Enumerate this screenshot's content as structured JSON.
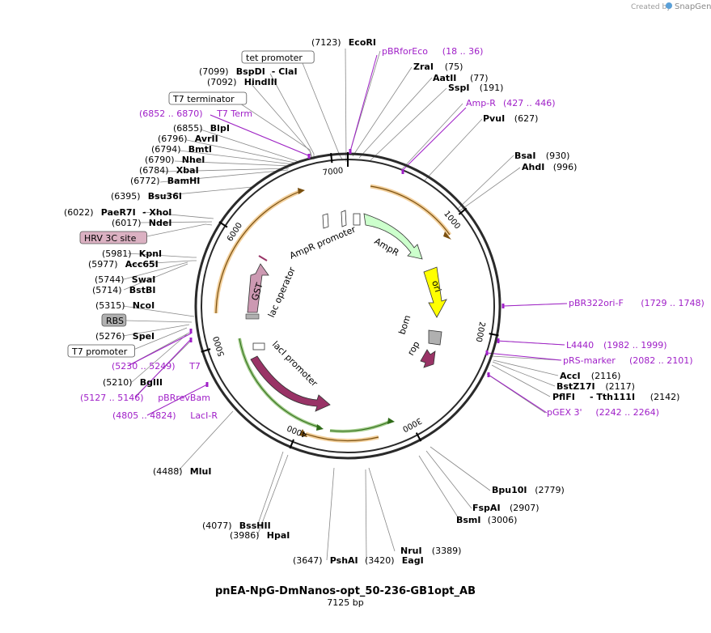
{
  "credit": {
    "prefix": "Created by",
    "brand": "SnapGene"
  },
  "plasmid": {
    "name": "pnEA-NpG-DmNanos-opt_50-236-GB1opt_AB",
    "length_label": "7125 bp",
    "length": 7125
  },
  "colors": {
    "primer": "#a020c8",
    "amp": "#ccffcc",
    "ori": "#ffff00",
    "lacI": "#993366",
    "gst": "#cc99b2",
    "orange": "#e8a848",
    "green": "#62a83a",
    "bom": "#b0b0b0",
    "rbs": "#b0b0b0",
    "hrv": "#dbb1c2"
  },
  "ticks": [
    "1000",
    "2000",
    "3000",
    "4000",
    "5000",
    "6000",
    "7000"
  ],
  "labels": [
    {
      "pos": "(7123)",
      "name": "EcoRI"
    },
    {
      "pos": "",
      "name": "tet promoter",
      "box": true
    },
    {
      "pos": "(7099)",
      "name": "BspDI",
      "extra": "- ClaI"
    },
    {
      "pos": "(7092)",
      "name": "HindIII"
    },
    {
      "pos": "",
      "name": "T7 terminator",
      "box": true
    },
    {
      "pos": "(6852 .. 6870)",
      "name": "T7 Term",
      "primer": true
    },
    {
      "pos": "(6855)",
      "name": "BlpI"
    },
    {
      "pos": "(6796)",
      "name": "AvrII"
    },
    {
      "pos": "(6794)",
      "name": "BmtI"
    },
    {
      "pos": "(6790)",
      "name": "NheI"
    },
    {
      "pos": "(6784)",
      "name": "XbaI"
    },
    {
      "pos": "(6772)",
      "name": "BamHI"
    },
    {
      "pos": "(6395)",
      "name": "Bsu36I"
    },
    {
      "pos": "(6022)",
      "name": "PaeR7I",
      "extra": "- XhoI"
    },
    {
      "pos": "(6017)",
      "name": "NdeI"
    },
    {
      "pos": "",
      "name": "HRV 3C site",
      "box": true
    },
    {
      "pos": "(5981)",
      "name": "KpnI"
    },
    {
      "pos": "(5977)",
      "name": "Acc65I"
    },
    {
      "pos": "(5744)",
      "name": "SwaI"
    },
    {
      "pos": "(5714)",
      "name": "BstBI"
    },
    {
      "pos": "(5315)",
      "name": "NcoI"
    },
    {
      "pos": "",
      "name": "RBS",
      "box": true
    },
    {
      "pos": "(5276)",
      "name": "SpeI"
    },
    {
      "pos": "",
      "name": "T7 promoter",
      "box": true
    },
    {
      "pos": "(5230 .. 5249)",
      "name": "T7",
      "primer": true
    },
    {
      "pos": "(5210)",
      "name": "BglII"
    },
    {
      "pos": "(5127 .. 5146)",
      "name": "pBRrevBam",
      "primer": true
    },
    {
      "pos": "(4805 .. 4824)",
      "name": "LacI-R",
      "primer": true
    },
    {
      "pos": "(4488)",
      "name": "MluI"
    },
    {
      "pos": "(4077)",
      "name": "BssHII"
    },
    {
      "pos": "(3986)",
      "name": "HpaI"
    },
    {
      "pos": "(3647)",
      "name": "PshAI"
    },
    {
      "pos": "(3420)",
      "name": "EagI"
    },
    {
      "pos": "(3389)",
      "name": "NruI"
    },
    {
      "pos": "(3006)",
      "name": "BsmI"
    },
    {
      "pos": "(2907)",
      "name": "FspAI"
    },
    {
      "pos": "(2779)",
      "name": "Bpu10I"
    },
    {
      "pos": "(2242 .. 2264)",
      "name": "pGEX 3'",
      "primer": true
    },
    {
      "pos": "(2142)",
      "name": "PflFI",
      "extra": "- Tth111I"
    },
    {
      "pos": "(2117)",
      "name": "BstZ17I"
    },
    {
      "pos": "(2116)",
      "name": "AccI"
    },
    {
      "pos": "(2082 .. 2101)",
      "name": "pRS-marker",
      "primer": true
    },
    {
      "pos": "(1982 .. 1999)",
      "name": "L4440",
      "primer": true
    },
    {
      "pos": "(1729 .. 1748)",
      "name": "pBR322ori-F",
      "primer": true
    },
    {
      "pos": "(996)",
      "name": "AhdI"
    },
    {
      "pos": "(930)",
      "name": "BsaI"
    },
    {
      "pos": "(627)",
      "name": "PvuI"
    },
    {
      "pos": "(427 .. 446)",
      "name": "Amp-R",
      "primer": true
    },
    {
      "pos": "(191)",
      "name": "SspI"
    },
    {
      "pos": "(77)",
      "name": "AatII"
    },
    {
      "pos": "(75)",
      "name": "ZraI"
    },
    {
      "pos": "(18 .. 36)",
      "name": "pBRforEco",
      "primer": true
    }
  ],
  "features": {
    "gst": "GST",
    "lac_operator": "lac operator",
    "ampr_promoter": "AmpR promoter",
    "ampr": "AmpR",
    "ori": "ori",
    "bom": "bom",
    "rop": "rop",
    "laci_promoter": "lacI promoter",
    "laci": "lacI"
  }
}
